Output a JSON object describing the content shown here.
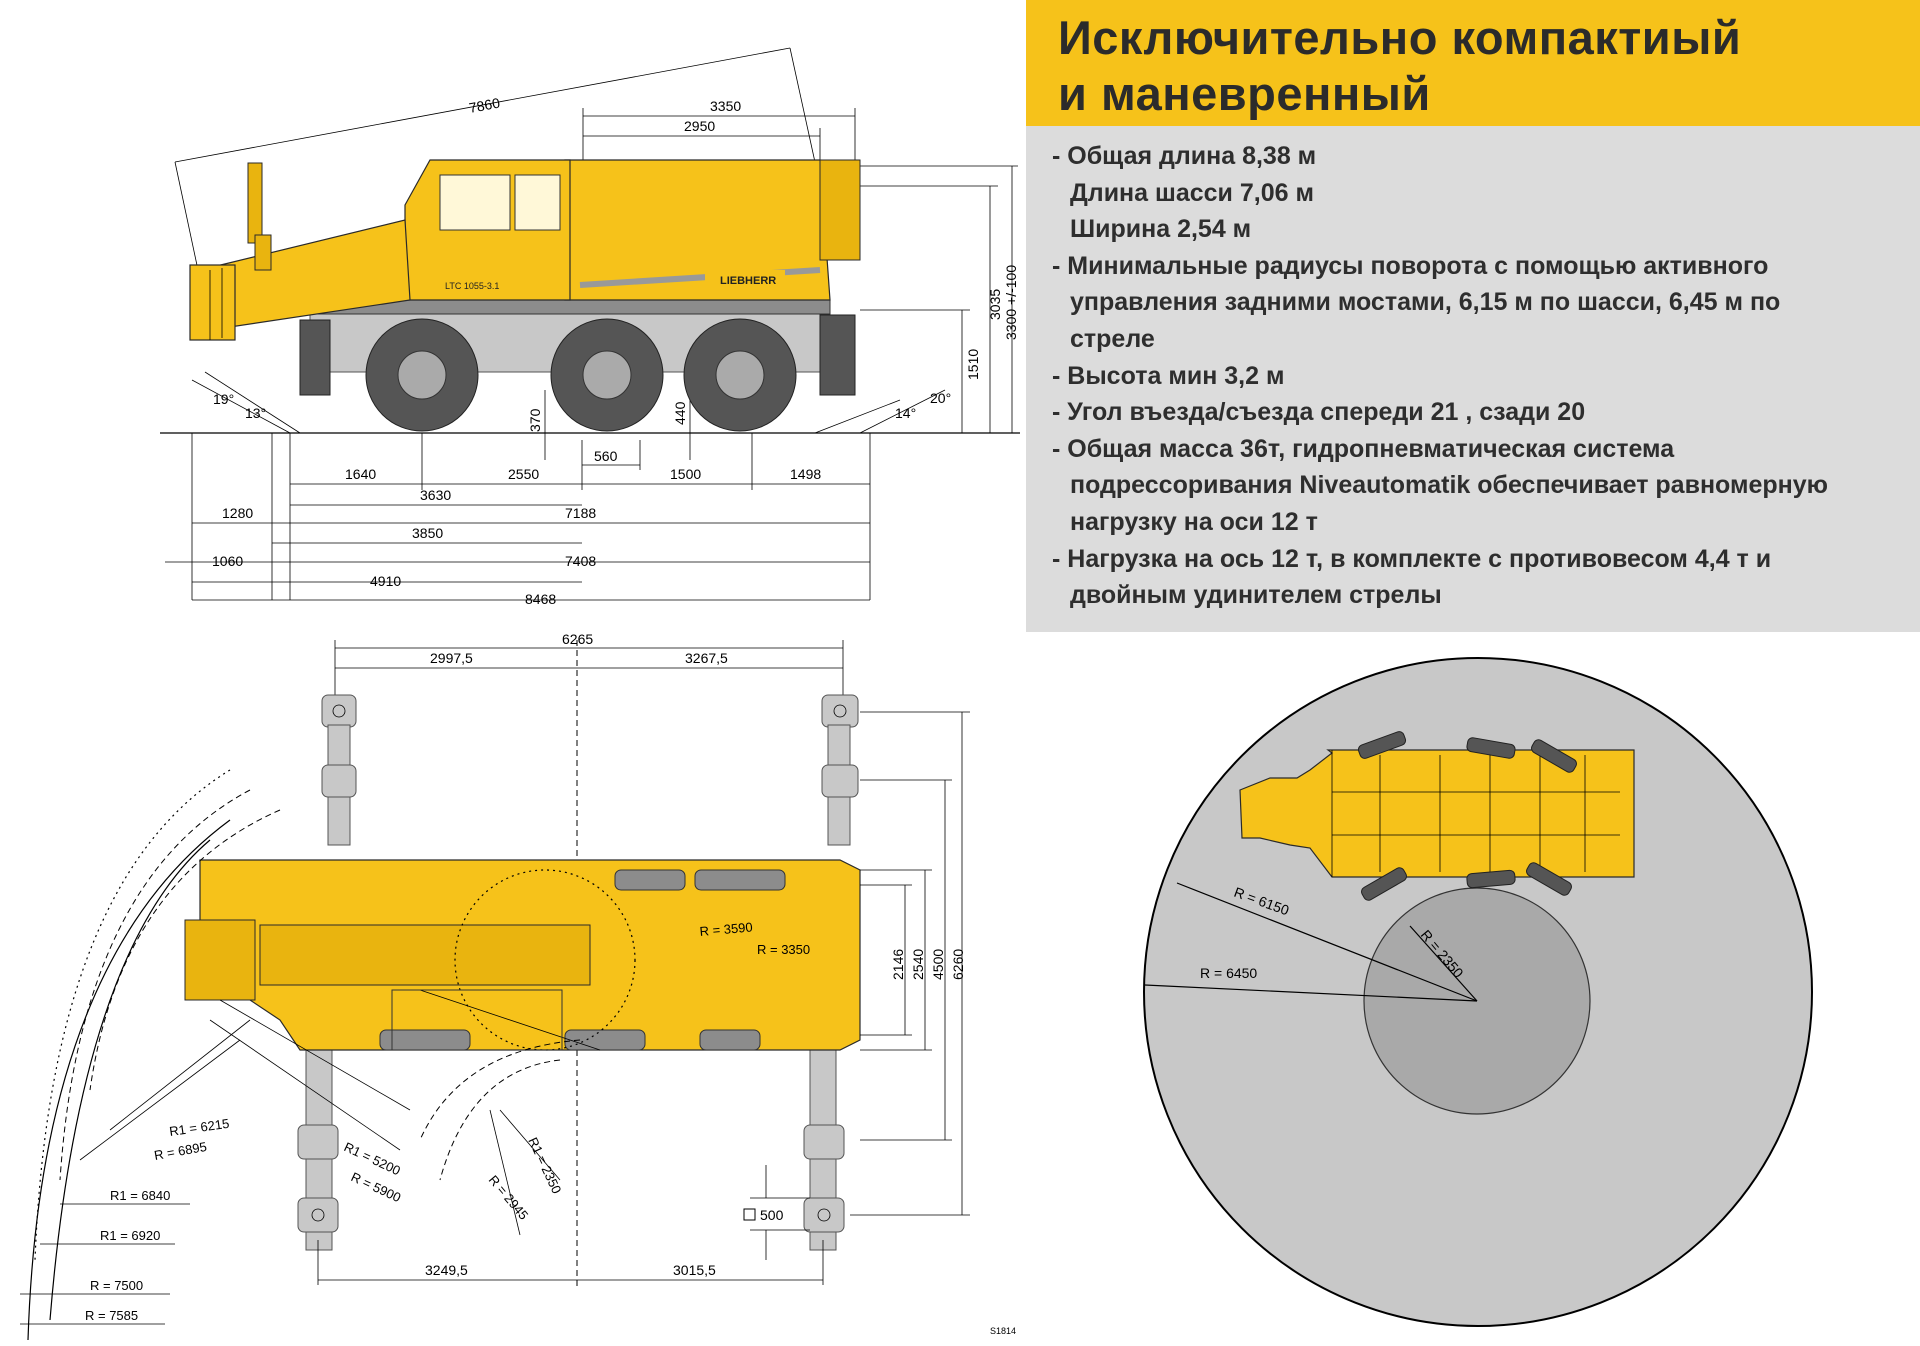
{
  "title": {
    "line1": "Исключительно компактиый",
    "line2": "и маневренный"
  },
  "specs": [
    {
      "lead": "- ",
      "text": "Общая длина 8,38 м"
    },
    {
      "lead": "",
      "text": "Длина шасси 7,06 м"
    },
    {
      "lead": "",
      "text": "Ширина 2,54 м"
    },
    {
      "lead": "- ",
      "text": "Минимальные радиусы поворота с помощью активного"
    },
    {
      "lead": "",
      "text": "управления задними мостами, 6,15 м по шасси, 6,45 м по"
    },
    {
      "lead": "",
      "text": "стреле"
    },
    {
      "lead": "- ",
      "text": "Высота мин 3,2 м"
    },
    {
      "lead": "- ",
      "text": "Угол въезда/съезда спереди 21 , сзади 20"
    },
    {
      "lead": "- ",
      "text": "Общая масса 36т, гидропневматическая система"
    },
    {
      "lead": "",
      "text": "подрессоривания Niveautomatik обеспечивает равномерную"
    },
    {
      "lead": "",
      "text": "нагрузку на оси 12 т"
    },
    {
      "lead": "- ",
      "text": "Нагрузка на ось 12 т, в комплекте с противовесом 4,4 т и"
    },
    {
      "lead": "",
      "text": "двойным удинителем стрелы"
    }
  ],
  "side_view": {
    "overall_diag": "7860",
    "top_3350": "3350",
    "top_2950": "2950",
    "h_3035": "3035",
    "h_3300": "3300 +/-100",
    "h_1510": "1510",
    "h_370": "370",
    "h_440": "440",
    "ang_19": "19°",
    "ang_13": "13°",
    "ang_14": "14°",
    "ang_20": "20°",
    "row1": [
      "1640",
      "2550",
      "560",
      "1500",
      "1498"
    ],
    "row2": "3630",
    "row3_left": "1280",
    "row3_right": "7188",
    "row4": "3850",
    "row5_left": "1060",
    "row5_right": "7408",
    "row6": "4910",
    "row7": "8468",
    "cab_model": "LTC 1055-3.1",
    "brand": "LIEBHERR"
  },
  "top_view": {
    "w_6265": "6265",
    "w_2997": "2997,5",
    "w_3267": "3267,5",
    "h_2146": "2146",
    "h_2540": "2540",
    "h_4500": "4500",
    "h_6260": "6260",
    "r_3590": "R = 3590",
    "r_3350": "R = 3350",
    "r1_6215": "R1 = 6215",
    "r_6895": "R = 6895",
    "r1_6840": "R1 = 6840",
    "r1_6920": "R1 = 6920",
    "r_7500": "R = 7500",
    "r_7585": "R = 7585",
    "r1_5200": "R1 = 5200",
    "r_5900": "R = 5900",
    "r1_2350": "R1 = 2350",
    "r_2945": "R = 2945",
    "pad_500": "500",
    "b_3249": "3249,5",
    "b_3015": "3015,5",
    "code": "S1814"
  },
  "circle_view": {
    "r_6150": "R = 6150",
    "r_6450": "R = 6450",
    "r_2350": "R = 2350"
  },
  "colors": {
    "crane_yellow": "#f6c21a",
    "panel_grey": "#dcdcdc",
    "circle_grey": "#c8c8c8"
  }
}
